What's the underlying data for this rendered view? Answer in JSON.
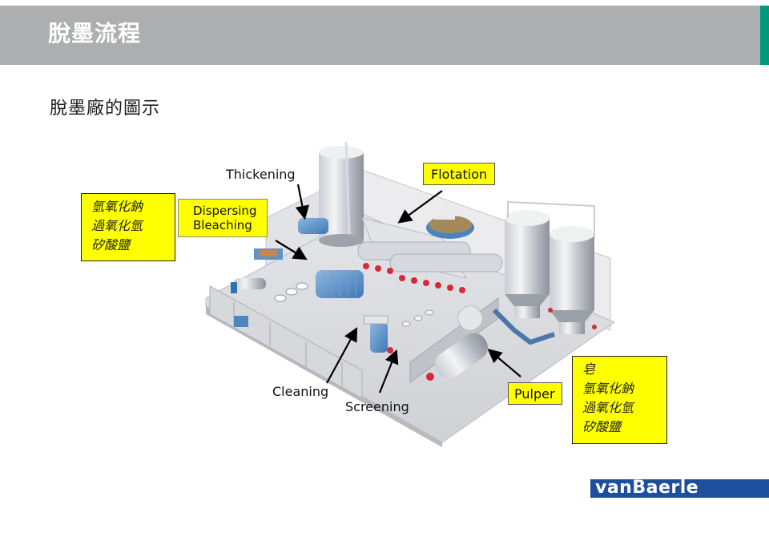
{
  "header": {
    "title": "脫墨流程",
    "accent_color": "#009a78",
    "bar_color": "#adaeb0"
  },
  "subtitle": "脫墨廠的圖示",
  "illustration": {
    "description": "Deinking plant 3D illustration",
    "stage_labels": {
      "thickening": "Thickening",
      "flotation": "Flotation",
      "dispersing": "Dispersing",
      "bleaching": "Bleaching",
      "cleaning": "Cleaning",
      "screening": "Screening",
      "pulper": "Pulper"
    },
    "chemicals_left": [
      "氫氧化鈉",
      "過氧化氫",
      "矽酸鹽"
    ],
    "chemicals_right": [
      "皂",
      "氫氧化鈉",
      "過氧化氫",
      "矽酸鹽"
    ],
    "highlight_color": "#ffff00"
  },
  "logo": {
    "text": "vanBaerle",
    "color": "#1c4f9c"
  }
}
